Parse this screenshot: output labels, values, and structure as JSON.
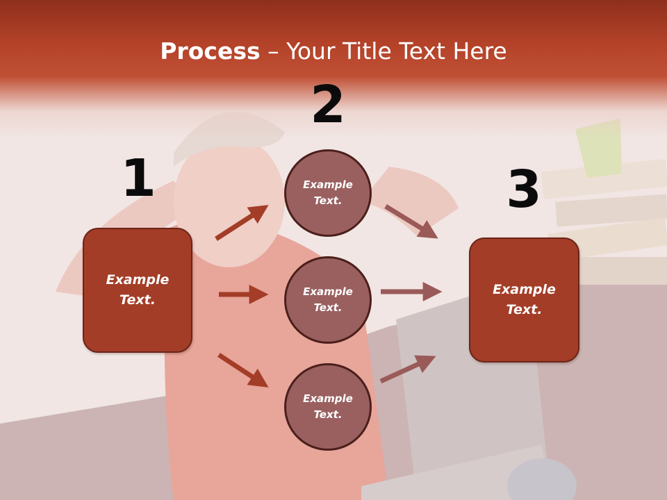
{
  "title": {
    "bold": "Process",
    "rest": " – Your Title Text Here"
  },
  "steps": {
    "one": "1",
    "two": "2",
    "three": "3"
  },
  "left_box": {
    "line1": "Example",
    "line2": "Text."
  },
  "right_box": {
    "line1": "Example",
    "line2": "Text."
  },
  "circles": [
    {
      "line1": "Example",
      "line2": "Text."
    },
    {
      "line1": "Example",
      "line2": "Text."
    },
    {
      "line1": "Example",
      "line2": "Text."
    }
  ],
  "colors": {
    "box_fill": "#a33d27",
    "circle_fill": "#9a6060",
    "arrow_left": "#a33d27",
    "arrow_right": "#9a5a58",
    "header": "#b24128"
  }
}
